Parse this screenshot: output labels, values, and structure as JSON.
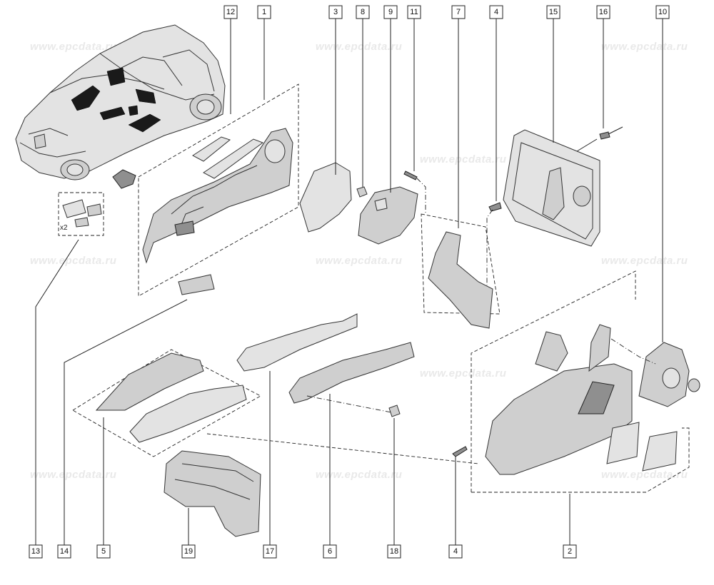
{
  "watermark": "www.epcdata.ru",
  "callouts": [
    "12",
    "1",
    "3",
    "8",
    "9",
    "11",
    "7",
    "4",
    "15",
    "16",
    "10",
    "13",
    "14",
    "5",
    "19",
    "17",
    "6",
    "18",
    "4",
    "2"
  ],
  "multiplier": "x2"
}
